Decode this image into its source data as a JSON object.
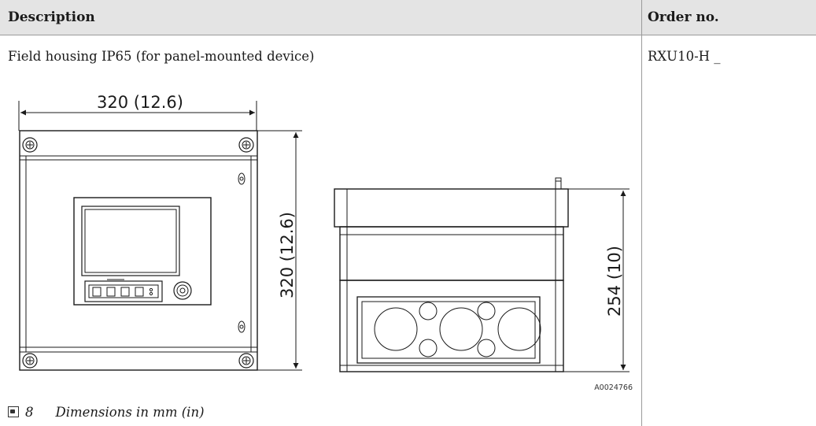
{
  "table": {
    "header_description": "Description",
    "header_order": "Order no.",
    "row_description": "Field housing IP65 (for panel-mounted device)",
    "row_order_no": "RXU10-H _"
  },
  "figure": {
    "width_dimension": "320 (12.6)",
    "height_dimension": "320 (12.6)",
    "side_height_dimension": "254 (10)",
    "reference_code": "A0024766",
    "number": "8",
    "caption": "Dimensions in mm (in)"
  }
}
